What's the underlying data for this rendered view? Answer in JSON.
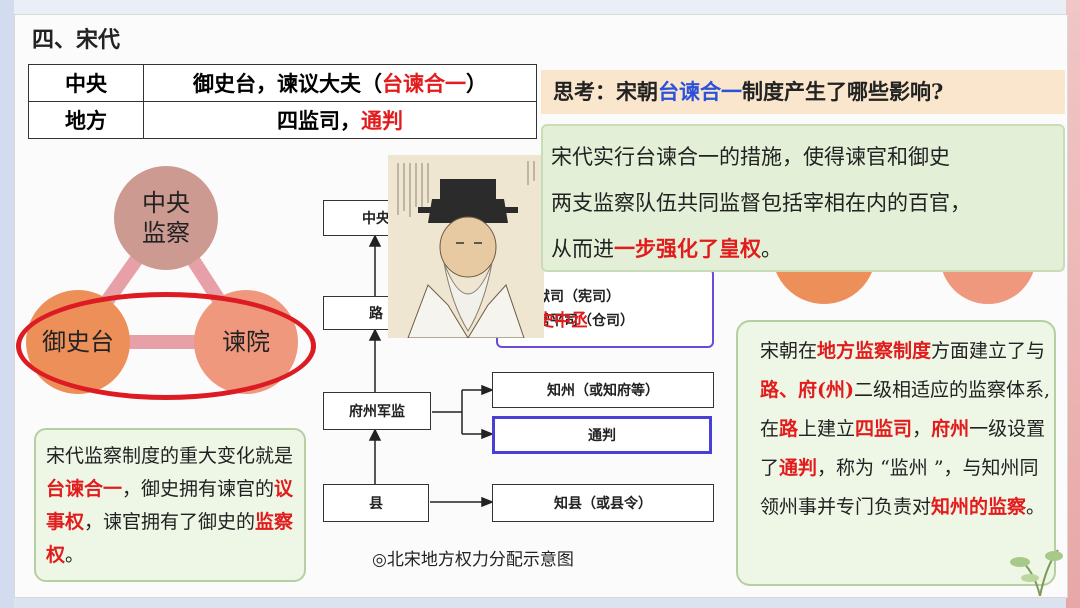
{
  "section_title": "四、宋代",
  "table": {
    "rows": [
      {
        "key": "中央",
        "value_plain": "御史台，谏议大夫（",
        "value_red": "台谏合一",
        "value_tail": "）"
      },
      {
        "key": "地方",
        "value_plain": "四监司，",
        "value_red": "通判",
        "value_tail": ""
      }
    ]
  },
  "think": {
    "prefix": "思考：宋朝",
    "highlight": "台谏合一",
    "suffix": "制度产生了哪些影响?"
  },
  "answer": {
    "line1": "宋代实行台谏合一的措施，使得谏官和御史",
    "line2": "两支监察队伍共同监督包括宰相在内的百官，",
    "line3_plain": "从而进",
    "line3_red": "一步强化了皇权",
    "line3_tail": "。"
  },
  "triangle": {
    "top": "中央监察",
    "left": "御史台",
    "right": "谏院"
  },
  "note_left": {
    "p1": "宋代监察制度的重大变化就是",
    "r1": "台谏合一",
    "p2": "，御史拥有谏官的",
    "r2": "议事权",
    "p3": "，谏官拥有了御史的",
    "r3": "监察权",
    "p4": "。"
  },
  "note_right": {
    "t1": "宋朝在",
    "r1": "地方监察制度",
    "t2": "方面建立了与",
    "r2": "路、府(州)",
    "t3": "二级相适应的监察体系,在",
    "r3": "路",
    "t4": "上建立",
    "r4": "四监司",
    "t5": "，",
    "r5": "府州",
    "t6": "一级设置了",
    "r6": "通判",
    "t7": "，称为 “监州 ”，与知州同领州事并专门负责对",
    "r7": "知州的监察",
    "t8": "。"
  },
  "diagram": {
    "levels": [
      "中央",
      "路",
      "府州军监",
      "县"
    ],
    "road_items": [
      "提刑狱司（宪司）",
      "提举常平司（仓司）"
    ],
    "road_red": "御史中丞",
    "prefecture_items": [
      "知州（或知府等）",
      "通判"
    ],
    "county_items": [
      "知县（或县令）"
    ],
    "caption": "◎北宋地方权力分配示意图"
  },
  "colors": {
    "red": "#e21c1c",
    "blue": "#2b52d8",
    "think_bg": "#f9e6cc",
    "answer_bg": "#e3f0d7"
  }
}
